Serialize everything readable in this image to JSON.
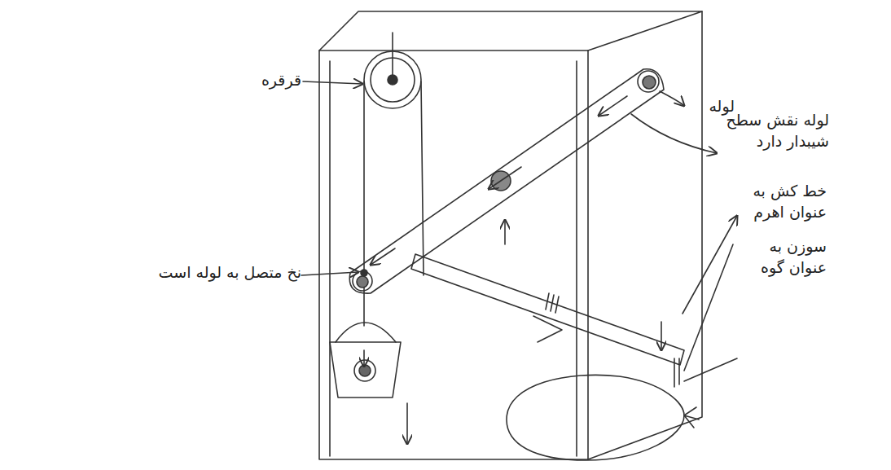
{
  "diagram": {
    "labels": [
      "قرقره",
      "نخ متصل به لوله است",
      "لوله",
      "لوله نقش سطح شیبدار دارد",
      "خط کش به عنوان اهرم",
      "سوزن به عنوان گوه"
    ]
  }
}
